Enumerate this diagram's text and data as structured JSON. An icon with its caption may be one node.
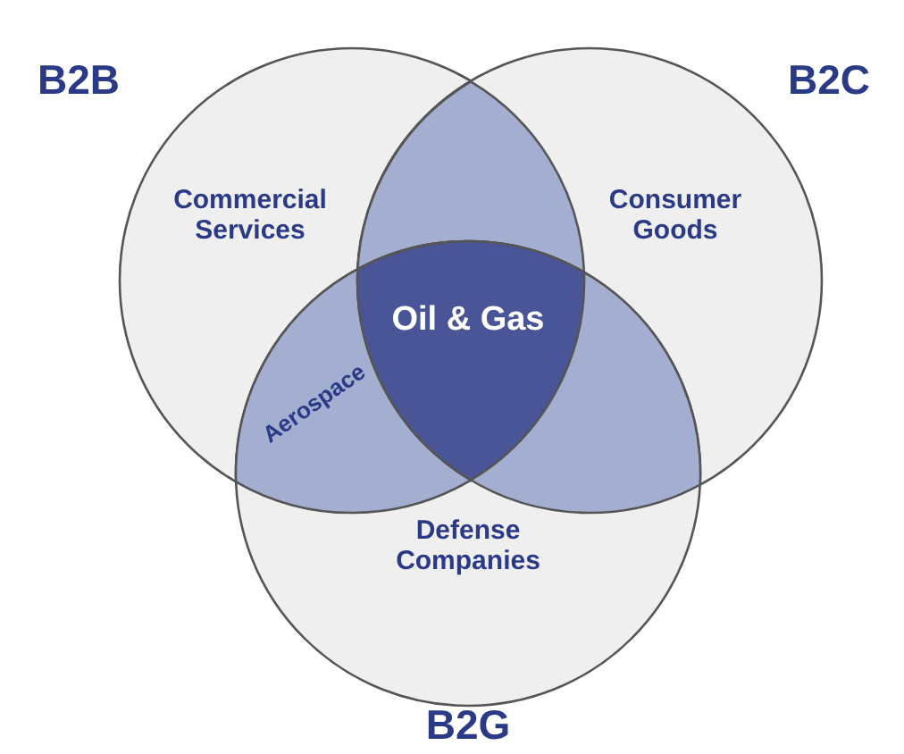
{
  "diagram": {
    "nodes": [
      {
        "text": [
          "B2B",
          "Commercial Services"
        ]
      },
      {
        "text": [
          "B2C",
          "Consumer Goods"
        ]
      },
      {
        "text": [],
        "shape": "lens"
      },
      {
        "text": [
          "Oil & Gas"
        ]
      },
      {
        "text": [
          "Aerospace"
        ]
      },
      {
        "text": [],
        "shape": "lens"
      },
      {
        "text": [
          "Defense Companies",
          "B2G"
        ]
      }
    ]
  }
}
